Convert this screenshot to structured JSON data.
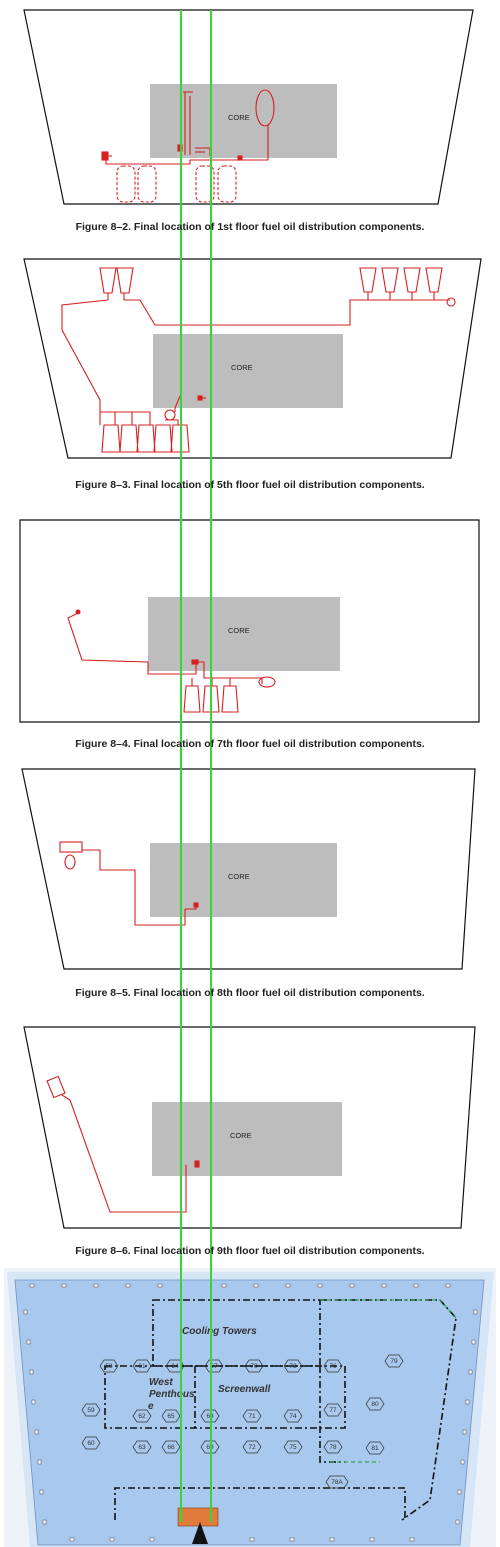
{
  "core_label": "CORE",
  "figures": [
    {
      "id": "fig-8-2",
      "caption": "Figure 8–2.  Final location of 1st floor fuel oil distribution components."
    },
    {
      "id": "fig-8-3",
      "caption": "Figure 8–3.  Final location of 5th floor fuel oil distribution components."
    },
    {
      "id": "fig-8-4",
      "caption": "Figure 8–4.  Final location of 7th floor fuel oil distribution components."
    },
    {
      "id": "fig-8-5",
      "caption": "Figure 8–5.  Final location of 8th floor fuel oil distribution components."
    },
    {
      "id": "fig-8-6",
      "caption": "Figure 8–6.  Final location of 9th floor fuel oil distribution components."
    }
  ],
  "roof_plan": {
    "labels": {
      "cooling_towers": "Cooling Towers",
      "west": "West",
      "penthouse": "Penthous",
      "screenwall": "Screenwall",
      "e": "e"
    },
    "numbers": [
      "58",
      "61",
      "64",
      "67",
      "70",
      "73",
      "76",
      "79",
      "59",
      "62",
      "65",
      "68",
      "71",
      "74",
      "77",
      "80",
      "60",
      "63",
      "66",
      "69",
      "72",
      "75",
      "78",
      "81",
      "78A"
    ]
  },
  "colors": {
    "pipe": "#d42020",
    "core": "#bdbdbd",
    "riser": "#36d636",
    "roof": "#a8c8ee",
    "roof_edge": "#d6e6f7"
  }
}
